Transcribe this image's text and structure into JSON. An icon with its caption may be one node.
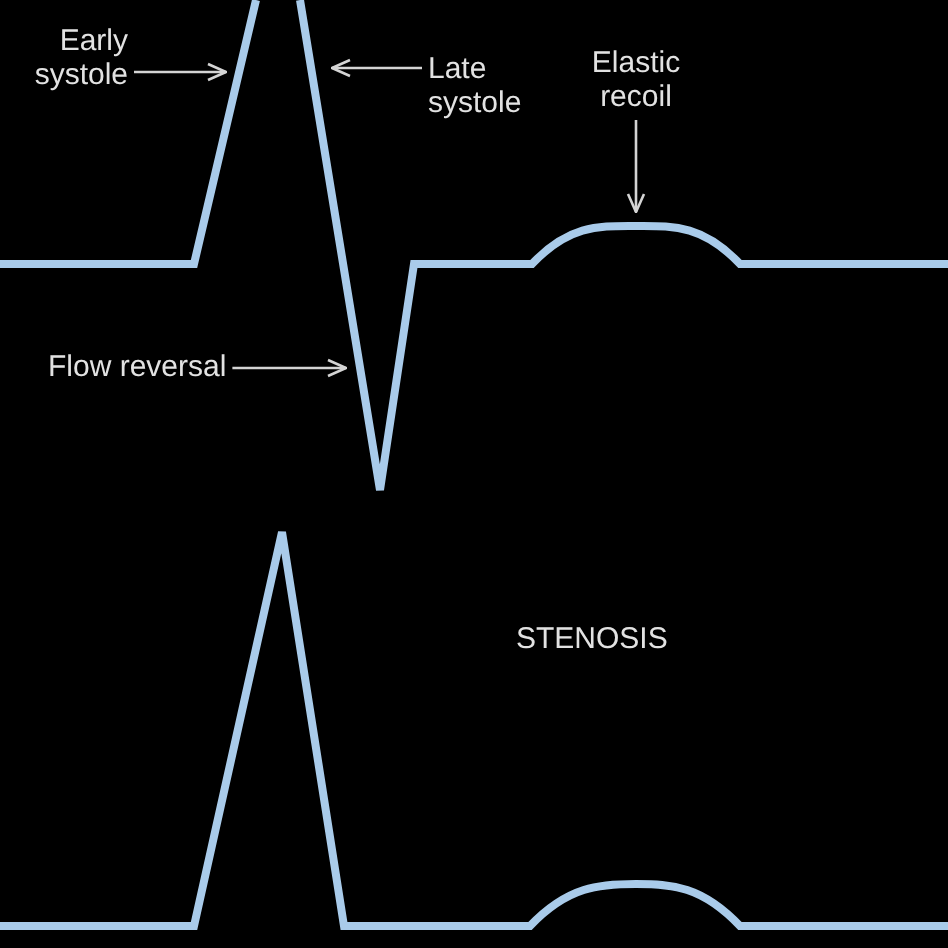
{
  "diagram": {
    "nodes": [
      {
        "text": [
          "Early systole"
        ]
      },
      {
        "text": [
          "Late systole"
        ]
      },
      {
        "text": [
          "Elastic recoil"
        ]
      },
      {
        "text": [
          "Flow reversal"
        ]
      }
    ],
    "edges": [
      {
        "from": 0,
        "to": null,
        "arrow": "to"
      },
      {
        "from": 1,
        "to": null,
        "arrow": "to"
      },
      {
        "from": 2,
        "to": null,
        "arrow": "to"
      },
      {
        "from": 3,
        "to": null,
        "arrow": "to"
      }
    ],
    "labels": [
      "STENOSIS"
    ]
  }
}
